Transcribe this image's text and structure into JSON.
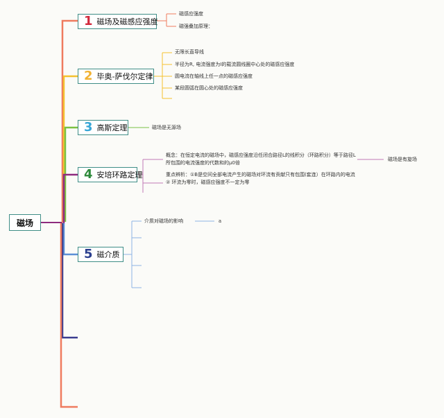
{
  "root": "磁场",
  "branches": [
    {
      "num": "1",
      "title": "磁场及磁感应强度",
      "num_color": "#d22a3d",
      "line_color": "#ef7b5e",
      "children": [
        "磁感应强度",
        "磁强叠加原理："
      ]
    },
    {
      "num": "2",
      "title": "毕奥-萨伐尔定律",
      "num_color": "#f2b233",
      "line_color": "#f4c12e",
      "children": [
        "无限长直导线",
        "半径为R, 电流强度为I的载流圆线圈中心处的磁感应强度",
        "圆电流在轴线上任一点的磁感应强度",
        "某段圆弧在圆心处的磁感应强度"
      ]
    },
    {
      "num": "3",
      "title": "高斯定理",
      "num_color": "#38a6d6",
      "line_color": "#7ac143",
      "children": [
        "磁场是无源场"
      ]
    },
    {
      "num": "4",
      "title": "安培环路定理",
      "num_color": "#2e8a3c",
      "line_color": "#8e2b7e",
      "children": [
        "概念：在恒定电流的磁场中，磁感应强度沿任闭合路径L的线积分（环路积分）等于路径L所包围的电流强度的代数和的μ0倍",
        "重点辨析：①B是空间全部电流产生的磁场对环流有贡献只有包围(套连）在环路内的电流 ② 环流为零时，磁感应强度不一定为零"
      ],
      "note": "磁场是有旋场"
    },
    {
      "num": "5",
      "title": "磁介质",
      "num_color": "#2b3f8f",
      "line_color": "#5b8fd6",
      "children": [
        "介质对磁场的影响"
      ],
      "note": "a"
    }
  ]
}
